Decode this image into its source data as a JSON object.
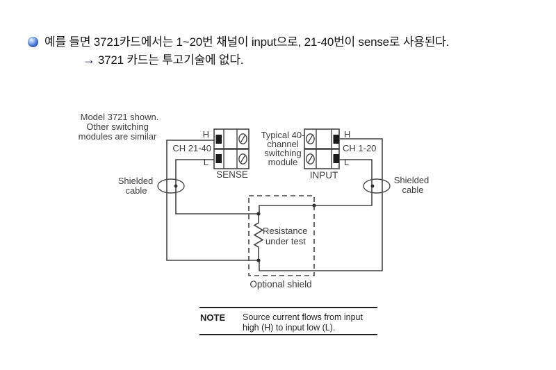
{
  "bullet": {
    "line1": "예를 들면 3721카드에서는 1~20번 채널이 input으로, 21-40번이 sense로 사용된다.",
    "arrow": "→",
    "line2": "3721 카드는 투고기술에 없다."
  },
  "diagram": {
    "caption": [
      "Model 3721 shown.",
      "Other switching",
      "modules are similar"
    ],
    "sense": {
      "h": "H",
      "channel": "CH 21-40",
      "l": "L",
      "label": "SENSE"
    },
    "input": {
      "h": "H",
      "channel": "CH 1-20",
      "l": "L",
      "label": "INPUT"
    },
    "module_note": [
      "Typical 40-",
      "channel",
      "switching",
      "module"
    ],
    "shielded_left": [
      "Shielded",
      "cable"
    ],
    "shielded_right": [
      "Shielded",
      "cable"
    ],
    "resistance": [
      "Resistance",
      "under test"
    ],
    "optional_shield": "Optional shield",
    "note": {
      "label": "NOTE",
      "line1": "Source current flows from input",
      "line2": "high (H) to input low (L)."
    }
  },
  "colors": {
    "wire": "#454545",
    "terminal_fill": "#1a1a1a",
    "bullet_sphere": "#3a6cd0",
    "text": "#161616"
  }
}
